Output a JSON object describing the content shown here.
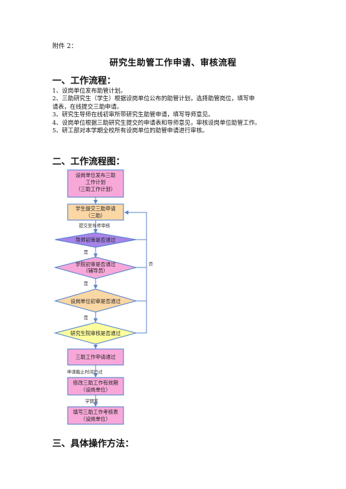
{
  "doc": {
    "attachment": "附件 2：",
    "title": "研究生助管工作申请、审核流程",
    "sections": [
      {
        "heading": "一、工作流程："
      },
      {
        "heading": "二、工作流程图："
      },
      {
        "heading": "三、具体操作方法："
      }
    ],
    "steps": [
      "1、设岗单位发布助管计划。",
      "2、三助研究生（学生）根据设岗单位公布的助管计划，选择助管岗位，填写申",
      "请表，在线提交三助申请。",
      "3、研究生导师在线初审所带研究生助管申请，填写导师意见。",
      "4、设岗单位根据三助研究生提交的申请表和导师意见，审核设岗单位助管工作。",
      "5、研工部对本学期全校所有设岗单位的助管申请进行审核。"
    ]
  },
  "flowchart": {
    "nodes": [
      {
        "id": "publish",
        "lines": [
          "设岗单位发布三助",
          "工作计划",
          "（三助工作计划）"
        ],
        "color": "#f7a8d8"
      },
      {
        "id": "submit",
        "lines": [
          "学生提交三助申请",
          "（三助）"
        ],
        "color": "#fbd7a6"
      },
      {
        "id": "tutor",
        "lines": [
          "导师初审是否通过"
        ],
        "color": "#a784e8"
      },
      {
        "id": "college",
        "lines": [
          "学院初审是否通过",
          "（辅导员）"
        ],
        "color": "#f7a8d8"
      },
      {
        "id": "unit",
        "lines": [
          "设岗单位初审是否通过"
        ],
        "color": "#fbd7a6"
      },
      {
        "id": "grad",
        "lines": [
          "研究生院审核是否通过"
        ],
        "color": "#fdfd9e"
      },
      {
        "id": "passed",
        "lines": [
          "三助工作申请通过"
        ],
        "color": "#f7a8d8"
      },
      {
        "id": "modify",
        "lines": [
          "修改三助工作有效期",
          "（设岗单位）"
        ],
        "color": "#f7a8d8"
      },
      {
        "id": "assess",
        "lines": [
          "填写三助工作考核表",
          "（设岗单位）"
        ],
        "color": "#f7a8d8"
      }
    ],
    "edge_labels": {
      "submit_to_tutor": "提交至导师审核",
      "yes1": "是",
      "yes2": "是",
      "yes3": "是",
      "no": "否",
      "passed_to_modify": "申请截止时间已过",
      "modify_to_assess": "学期末"
    },
    "border_color": "#4a7fd0",
    "line_color": "#5b86c9"
  }
}
